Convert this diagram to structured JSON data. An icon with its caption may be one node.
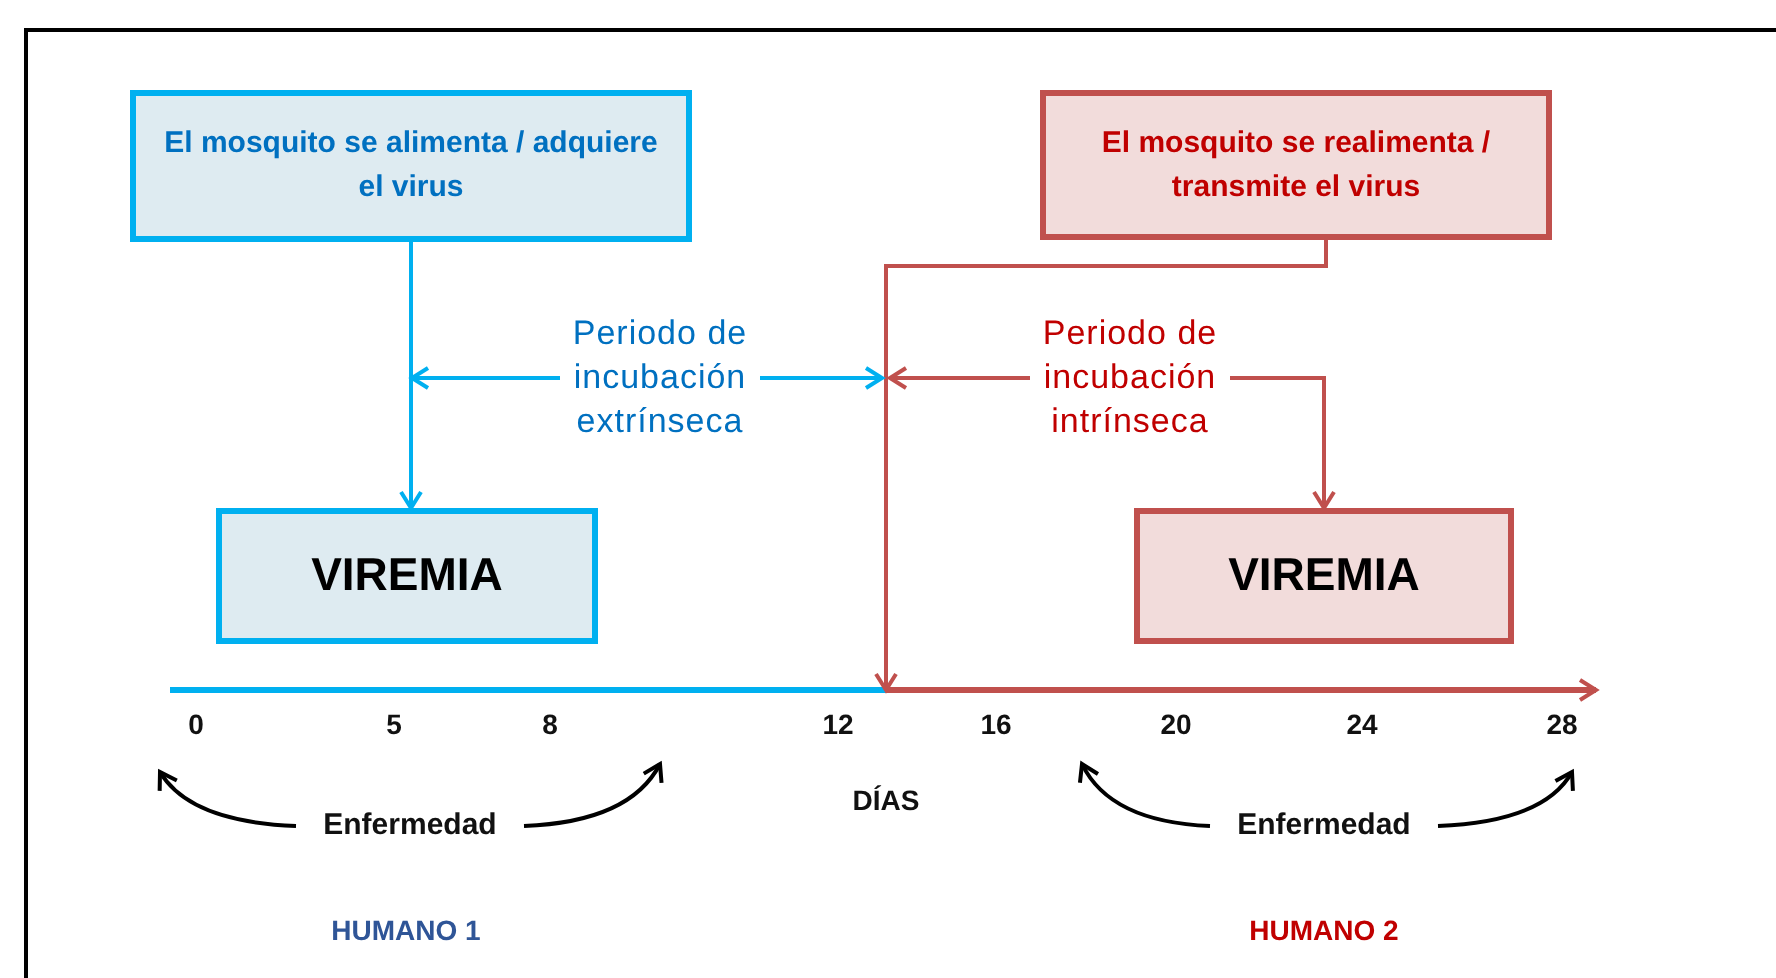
{
  "diagram": {
    "nodes": [
      {
        "text": [
          "El mosquito se alimenta / adquiere el virus"
        ]
      },
      {
        "text": [
          "VIREMIA"
        ]
      },
      {
        "text": [
          "El mosquito se realimenta / transmite el virus"
        ]
      },
      {
        "text": [
          "VIREMIA"
        ]
      },
      {
        "text": [
          "Periodo de incubación extrínseca"
        ]
      },
      {
        "text": [
          "Periodo de incubación intrínseca"
        ]
      },
      {
        "text": [
          "Enfermedad"
        ]
      },
      {
        "text": [
          "Enfermedad"
        ]
      }
    ],
    "edges": [
      {
        "from": 0,
        "to": 1,
        "arrow": "to",
        "color": "#00b0f0"
      },
      {
        "from": 2,
        "to": null,
        "arrow": "to",
        "color": "#c0504d"
      },
      {
        "from": 4,
        "to": null,
        "arrow": "to",
        "color": "#00b0f0"
      },
      {
        "from": 4,
        "to": null,
        "arrow": "to",
        "color": "#00b0f0"
      },
      {
        "from": 5,
        "to": null,
        "arrow": "to",
        "color": "#c0504d"
      },
      {
        "from": 5,
        "to": 3,
        "arrow": "to",
        "color": "#c0504d"
      },
      {
        "from": 6,
        "to": null,
        "arrow": "to"
      },
      {
        "from": 6,
        "to": null,
        "arrow": "to"
      },
      {
        "from": 7,
        "to": null,
        "arrow": "to"
      },
      {
        "from": 7,
        "to": null,
        "arrow": "to"
      }
    ],
    "labels": [
      "0",
      "5",
      "8",
      "12",
      "16",
      "20",
      "24",
      "28",
      "DÍAS",
      "HUMANO 1",
      "HUMANO 2"
    ]
  }
}
